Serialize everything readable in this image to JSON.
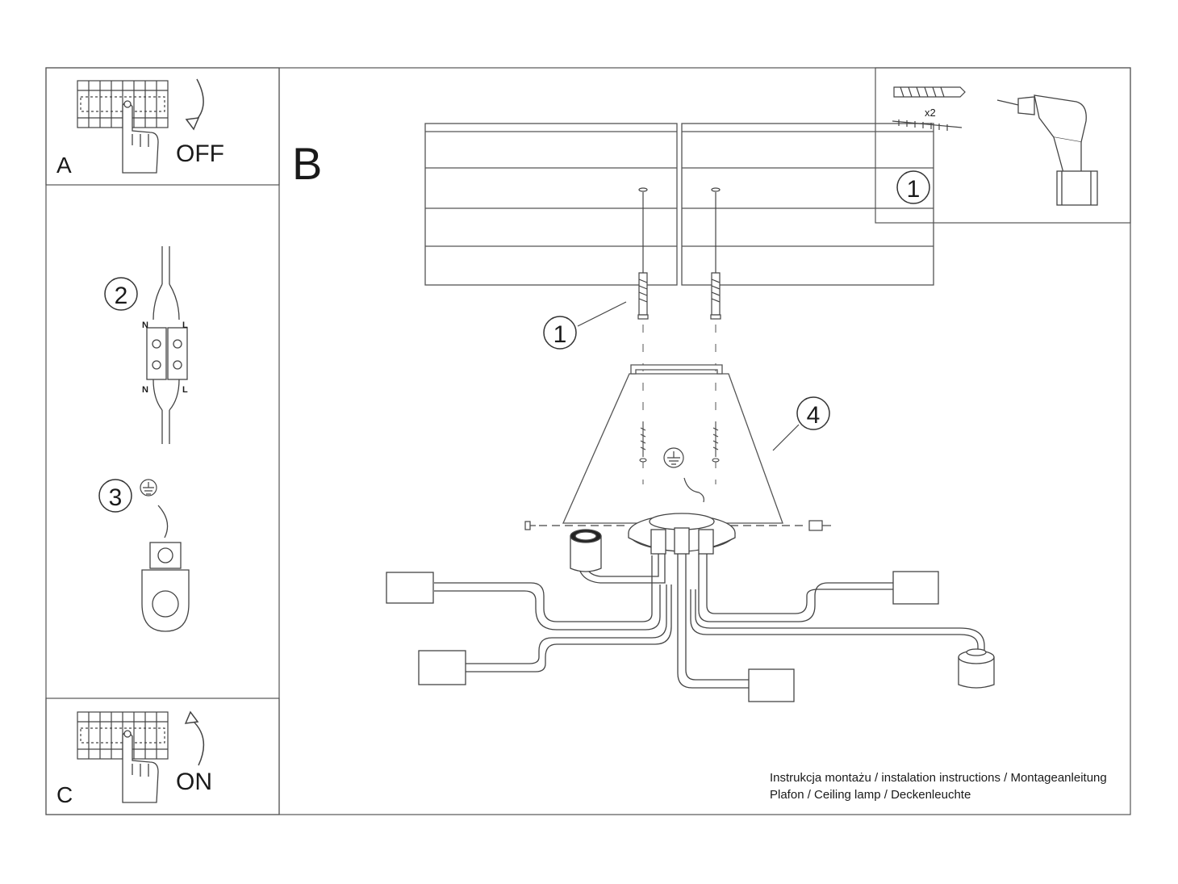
{
  "panels": {
    "a": {
      "letter": "A",
      "state": "OFF"
    },
    "b": {
      "letter": "B"
    },
    "c": {
      "letter": "C",
      "state": "ON"
    }
  },
  "steps": {
    "drill": {
      "number": "1",
      "multiplier": "x2"
    },
    "mount": {
      "number": "1"
    },
    "wiring": {
      "number": "2",
      "neutral": "N",
      "live": "L"
    },
    "ground": {
      "number": "3"
    },
    "canopy": {
      "number": "4"
    }
  },
  "footer": {
    "line1": "Instrukcja montażu / instalation instructions / Montageanleitung",
    "line2": "Plafon / Ceiling lamp / Deckenleuchte"
  }
}
